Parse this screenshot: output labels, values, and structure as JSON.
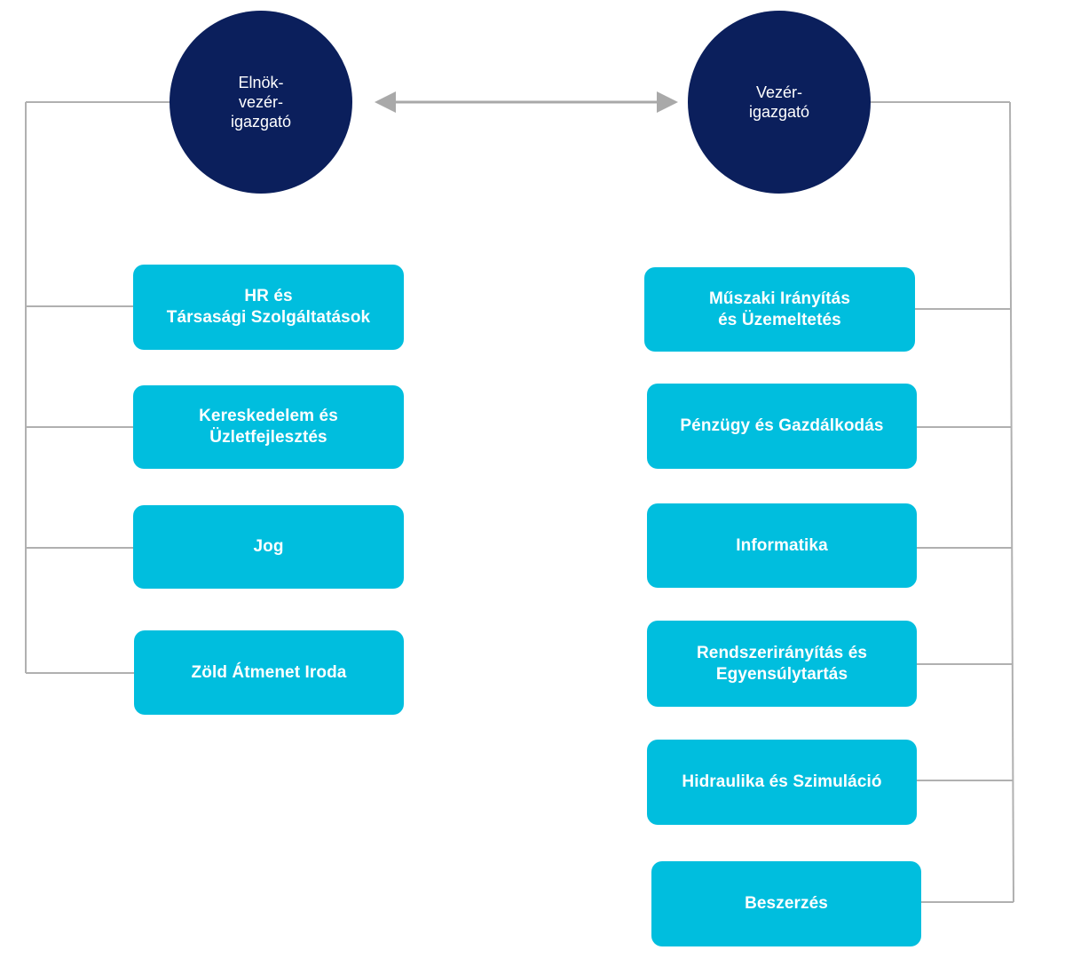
{
  "colors": {
    "leader_circle": "#0b1f5c",
    "department_box": "#00bede",
    "connector_line": "#b0b0b0",
    "arrow": "#a9a9a9",
    "text": "#ffffff"
  },
  "leaders": {
    "left": "Elnök-\nvezér-\nigazgató",
    "right": "Vezér-\nigazgató"
  },
  "left_departments": [
    "HR és\nTársasági Szolgáltatások",
    "Kereskedelem és\nÜzletfejlesztés",
    "Jog",
    "Zöld Átmenet Iroda"
  ],
  "right_departments": [
    "Műszaki Irányítás\nés Üzemeltetés",
    "Pénzügy és Gazdálkodás",
    "Informatika",
    "Rendszerirányítás és\nEgyensúlytartás",
    "Hidraulika és Szimuláció",
    "Beszerzés"
  ]
}
